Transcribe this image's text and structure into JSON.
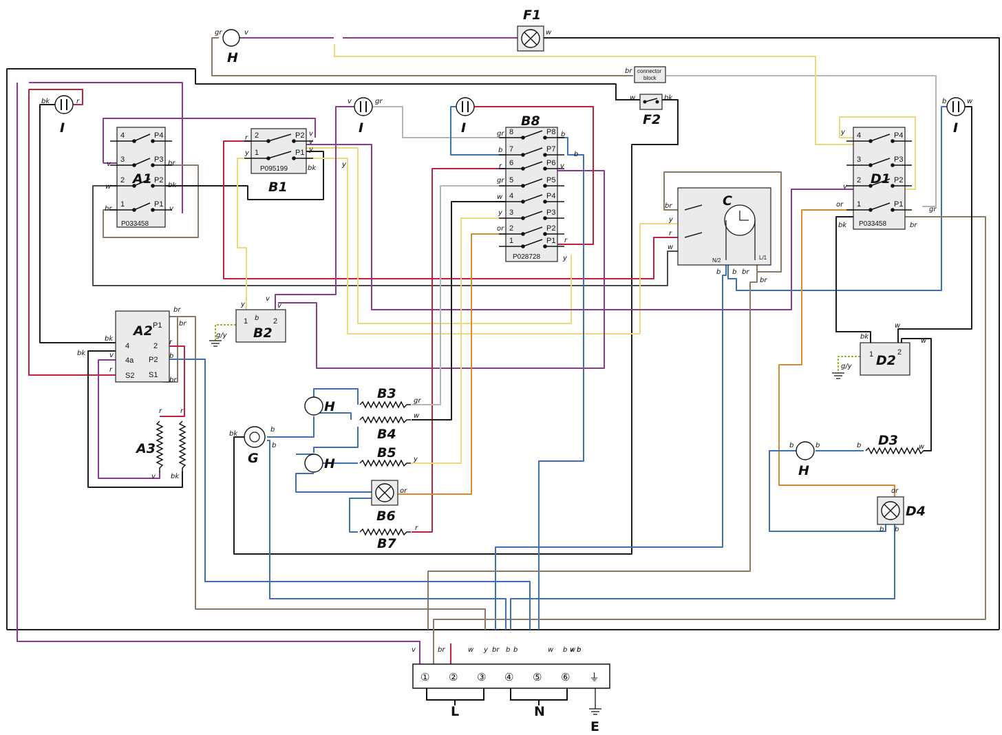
{
  "colors": {
    "bk": "#1a1a1a",
    "v": "#8a3a8e",
    "r": "#c0213a",
    "b": "#3d6fb6",
    "br": "#8c7a64",
    "y": "#f0d77a",
    "w": "#4a4a4a",
    "gr": "#b5b5b5",
    "or": "#d98a2e",
    "gy": "#8bbf2a"
  },
  "components": {
    "A1": {
      "label": "A1",
      "part": "P033458",
      "pins": [
        "4",
        "3",
        "2",
        "1"
      ],
      "right": [
        "P4",
        "P3",
        "P2",
        "P1"
      ]
    },
    "A2": {
      "label": "A2",
      "pins": [
        "P1",
        "2",
        "P2",
        "S1",
        "4",
        "4a",
        "S2"
      ]
    },
    "A3": {
      "label": "A3"
    },
    "B1": {
      "label": "B1",
      "part": "P095199",
      "pins": [
        "2",
        "1"
      ],
      "right": [
        "P2",
        "P1"
      ]
    },
    "B2": {
      "label": "B2",
      "pins": [
        "1",
        "2",
        "b"
      ]
    },
    "B3": {
      "label": "B3"
    },
    "B4": {
      "label": "B4"
    },
    "B5": {
      "label": "B5"
    },
    "B6": {
      "label": "B6"
    },
    "B7": {
      "label": "B7"
    },
    "B8": {
      "label": "B8",
      "part": "P028728",
      "pins": [
        "8",
        "7",
        "6",
        "5",
        "4",
        "3",
        "2",
        "1"
      ],
      "right": [
        "P8",
        "P7",
        "P6",
        "P5",
        "P4",
        "P3",
        "P2",
        "P1"
      ]
    },
    "C": {
      "label": "C",
      "pins": [
        "N/2",
        "L/1"
      ]
    },
    "D1": {
      "label": "D1",
      "part": "P033458",
      "pins": [
        "4",
        "3",
        "2",
        "1"
      ],
      "right": [
        "P4",
        "P3",
        "P2",
        "P1"
      ]
    },
    "D2": {
      "label": "D2",
      "pins": [
        "1",
        "2"
      ]
    },
    "D3": {
      "label": "D3"
    },
    "D4": {
      "label": "D4"
    },
    "F1": {
      "label": "F1"
    },
    "F2": {
      "label": "F2"
    },
    "G": {
      "label": "G"
    },
    "H": {
      "label": "H"
    },
    "I": {
      "label": "I"
    },
    "connector_block": {
      "line1": "connector",
      "line2": "block"
    }
  },
  "terminal_block": {
    "terminals": [
      "①",
      "②",
      "③",
      "④",
      "⑤",
      "⑥"
    ],
    "earth_symbol": "⏚",
    "groups": {
      "L": "L",
      "N": "N",
      "E": "E"
    },
    "wire_tags": [
      "v",
      "br",
      "w",
      "y",
      "br",
      "b",
      "b",
      "w",
      "b",
      "w",
      "b",
      "v",
      "b"
    ]
  },
  "wire_tags": {
    "bk": "bk",
    "v": "v",
    "r": "r",
    "b": "b",
    "br": "br",
    "y": "y",
    "w": "w",
    "gr": "gr",
    "or": "or",
    "gy": "g/y"
  }
}
